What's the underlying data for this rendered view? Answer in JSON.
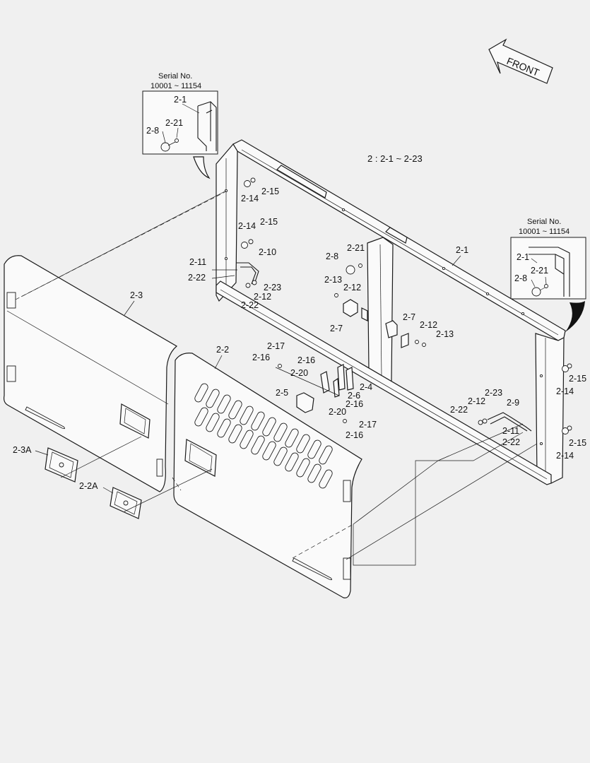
{
  "serial_box_left": {
    "title": "Serial No.",
    "range": "10001 ~ 11154"
  },
  "serial_box_right": {
    "title": "Serial No.",
    "range": "10001 ~ 11154"
  },
  "front_arrow": {
    "label": "FRONT"
  },
  "range_note": "2 : 2-1 ~ 2-23",
  "labels": {
    "l_2_1_inset_left": "2-1",
    "l_2_8_inset_left": "2-8",
    "l_2_21_inset_left": "2-21",
    "l_2_1_inset_right": "2-1",
    "l_2_8_inset_right": "2-8",
    "l_2_21_inset_right": "2-21",
    "l_2_15_a": "2-15",
    "l_2_14_a": "2-14",
    "l_2_14_b": "2-14",
    "l_2_15_b": "2-15",
    "l_2_10": "2-10",
    "l_2_11_a": "2-11",
    "l_2_22_a": "2-22",
    "l_2_23_a": "2-23",
    "l_2_12_a": "2-12",
    "l_2_22_b": "2-22",
    "l_2_8": "2-8",
    "l_2_21": "2-21",
    "l_2_13_a": "2-13",
    "l_2_12_b": "2-12",
    "l_2_7_a": "2-7",
    "l_2_7_b": "2-7",
    "l_2_12_c": "2-12",
    "l_2_13_b": "2-13",
    "l_2_1_main": "2-1",
    "l_2_3": "2-3",
    "l_2_2": "2-2",
    "l_2_17_a": "2-17",
    "l_2_16_a": "2-16",
    "l_2_16_b": "2-16",
    "l_2_20_a": "2-20",
    "l_2_4": "2-4",
    "l_2_6": "2-6",
    "l_2_5": "2-5",
    "l_2_16_c": "2-16",
    "l_2_20_b": "2-20",
    "l_2_17_b": "2-17",
    "l_2_16_d": "2-16",
    "l_2_15_c": "2-15",
    "l_2_14_c": "2-14",
    "l_2_23_b": "2-23",
    "l_2_9": "2-9",
    "l_2_12_d": "2-12",
    "l_2_22_c": "2-22",
    "l_2_11_b": "2-11",
    "l_2_22_d": "2-22",
    "l_2_15_d": "2-15",
    "l_2_14_d": "2-14",
    "l_2_3A": "2-3A",
    "l_2_2A": "2-2A"
  }
}
